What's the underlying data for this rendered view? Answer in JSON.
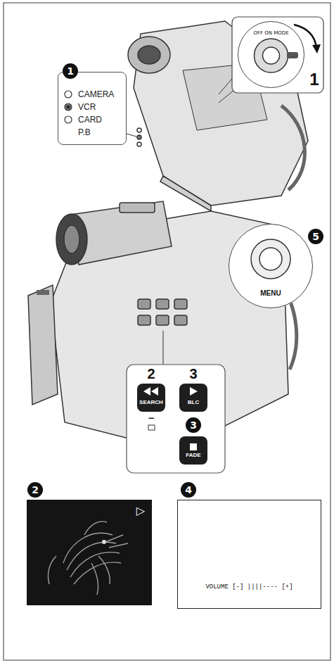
{
  "diagram": {
    "nodes": [
      {
        "text": [
          "CAMERA",
          "VCR",
          "CARD P.B"
        ]
      },
      {
        "text": [
          "OFF ON MODE"
        ]
      },
      {
        "text": [
          "MENU"
        ]
      },
      {
        "text": [
          "SEARCH"
        ]
      },
      {
        "text": [
          "BLC"
        ]
      },
      {
        "text": [
          "FADE"
        ]
      },
      {
        "text": [
          "▷"
        ]
      },
      {
        "text": [
          "VOLUME [-] ||||---- [+]"
        ]
      }
    ],
    "labels": [
      "1",
      "1",
      "5",
      "2",
      "3",
      "−",
      "3",
      "2",
      "4"
    ]
  }
}
